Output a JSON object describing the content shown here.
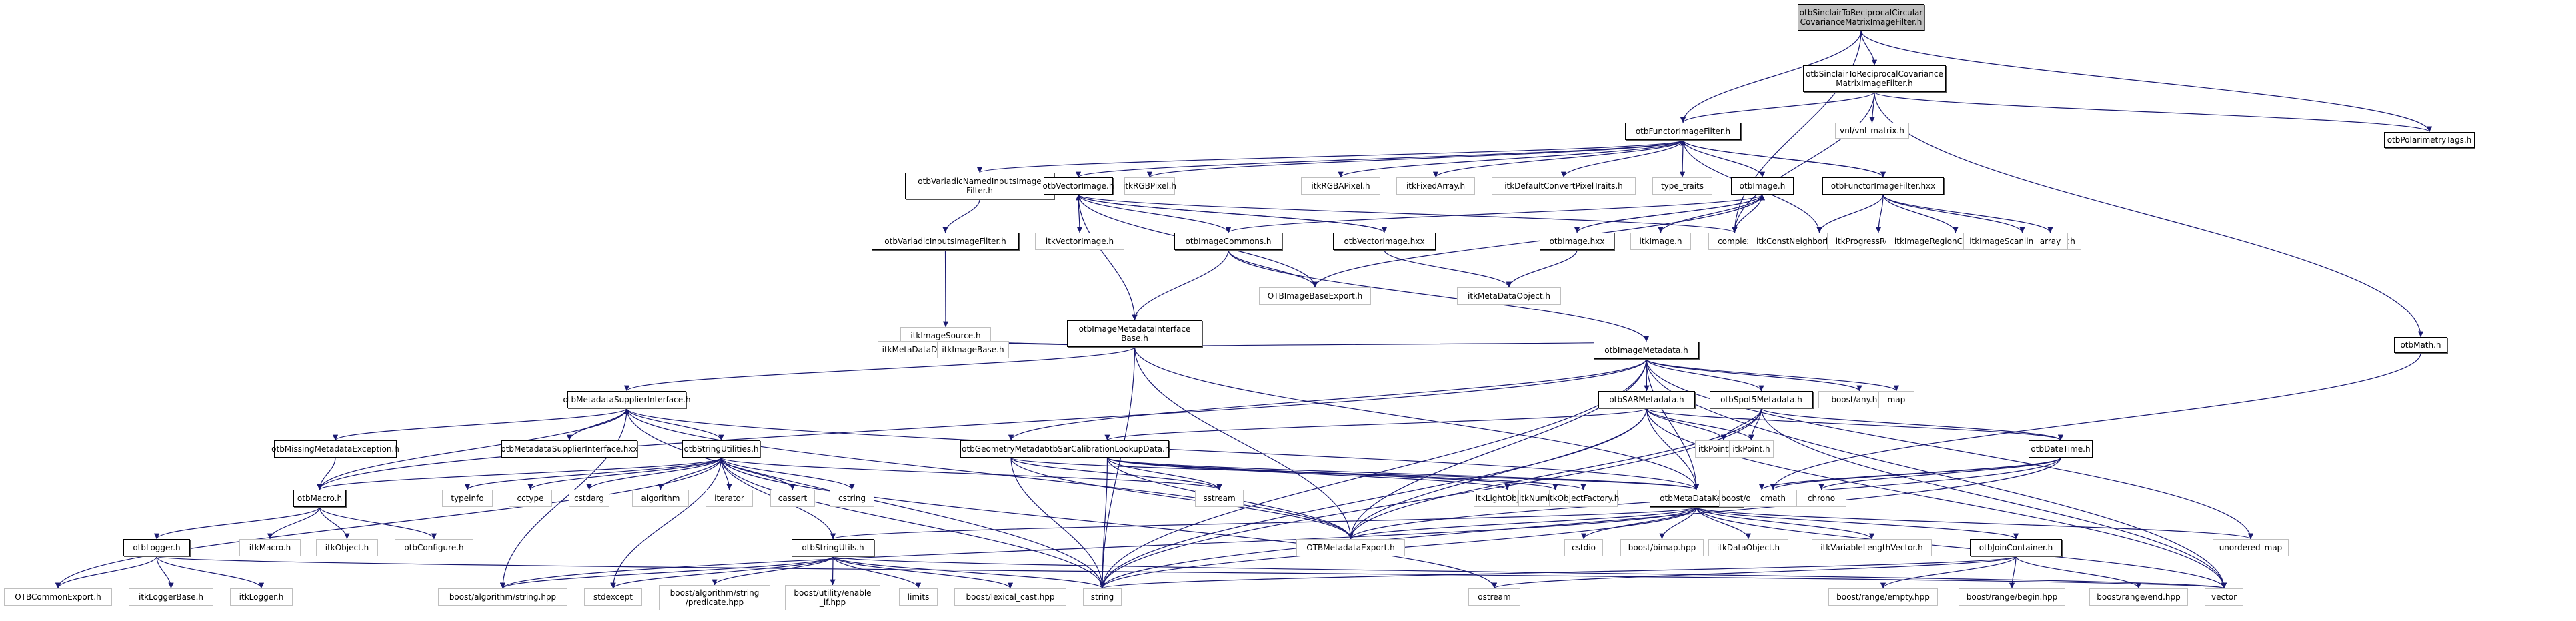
{
  "diagram_title": "Include dependency graph",
  "colors": {
    "edge": "#191970",
    "internal_border": "#000000",
    "external_border": "#bfbfbf",
    "root_fill": "#bfbfbf"
  },
  "nodes": [
    {
      "id": "root",
      "label": "otbSinclairToReciprocalCircular\nCovarianceMatrixImageFilter.h",
      "kind": "root"
    },
    {
      "id": "sinclairCov",
      "label": "otbSinclairToReciprocalCovariance\nMatrixImageFilter.h",
      "kind": "internal"
    },
    {
      "id": "polTags",
      "label": "otbPolarimetryTags.h",
      "kind": "internal"
    },
    {
      "id": "vnlMatrix",
      "label": "vnl/vnl_matrix.h",
      "kind": "external"
    },
    {
      "id": "functorFilter",
      "label": "otbFunctorImageFilter.h",
      "kind": "internal"
    },
    {
      "id": "otbMath",
      "label": "otbMath.h",
      "kind": "internal"
    },
    {
      "id": "variadicNamed",
      "label": "otbVariadicNamedInputsImage\nFilter.h",
      "kind": "internal"
    },
    {
      "id": "vectorImage",
      "label": "otbVectorImage.h",
      "kind": "internal"
    },
    {
      "id": "itkRGBPixel",
      "label": "itkRGBPixel.h",
      "kind": "external"
    },
    {
      "id": "itkRGBAPixel",
      "label": "itkRGBAPixel.h",
      "kind": "external"
    },
    {
      "id": "itkFixedArray",
      "label": "itkFixedArray.h",
      "kind": "external"
    },
    {
      "id": "itkDefaultConvert",
      "label": "itkDefaultConvertPixelTraits.h",
      "kind": "external"
    },
    {
      "id": "typeTraits",
      "label": "type_traits",
      "kind": "external"
    },
    {
      "id": "otbImage",
      "label": "otbImage.h",
      "kind": "internal"
    },
    {
      "id": "functorFilterHxx",
      "label": "otbFunctorImageFilter.hxx",
      "kind": "internal"
    },
    {
      "id": "variadicInputs",
      "label": "otbVariadicInputsImageFilter.h",
      "kind": "internal"
    },
    {
      "id": "itkVectorImage",
      "label": "itkVectorImage.h",
      "kind": "external"
    },
    {
      "id": "imageCommons",
      "label": "otbImageCommons.h",
      "kind": "internal"
    },
    {
      "id": "vectorImageHxx",
      "label": "otbVectorImage.hxx",
      "kind": "internal"
    },
    {
      "id": "imageHxx",
      "label": "otbImage.hxx",
      "kind": "internal"
    },
    {
      "id": "itkImage",
      "label": "itkImage.h",
      "kind": "external"
    },
    {
      "id": "complex",
      "label": "complex",
      "kind": "external"
    },
    {
      "id": "itkConstNeighborhood",
      "label": "itkConstNeighborhoodIterator.h",
      "kind": "external"
    },
    {
      "id": "itkProgressReporter",
      "label": "itkProgressReporter.h",
      "kind": "external"
    },
    {
      "id": "itkImageRegionConst",
      "label": "itkImageRegionConstIterator.h",
      "kind": "external"
    },
    {
      "id": "itkImageScanline",
      "label": "itkImageScanlineIterator.h",
      "kind": "external"
    },
    {
      "id": "array",
      "label": "array",
      "kind": "external"
    },
    {
      "id": "itkImageSource",
      "label": "itkImageSource.h",
      "kind": "external"
    },
    {
      "id": "imdInterfaceBase",
      "label": "otbImageMetadataInterface\nBase.h",
      "kind": "internal"
    },
    {
      "id": "otbImageBaseExport",
      "label": "OTBImageBaseExport.h",
      "kind": "external"
    },
    {
      "id": "itkMetaDataObject",
      "label": "itkMetaDataObject.h",
      "kind": "external"
    },
    {
      "id": "itkMetaDataDictionary",
      "label": "itkMetaDataDictionary.h",
      "kind": "external"
    },
    {
      "id": "itkImageBase",
      "label": "itkImageBase.h",
      "kind": "external"
    },
    {
      "id": "imageMetadata",
      "label": "otbImageMetadata.h",
      "kind": "internal"
    },
    {
      "id": "supplierInterface",
      "label": "otbMetadataSupplierInterface.h",
      "kind": "internal"
    },
    {
      "id": "sarMetadata",
      "label": "otbSARMetadata.h",
      "kind": "internal"
    },
    {
      "id": "spot5Metadata",
      "label": "otbSpot5Metadata.h",
      "kind": "internal"
    },
    {
      "id": "boostAny",
      "label": "boost/any.hpp",
      "kind": "external"
    },
    {
      "id": "map",
      "label": "map",
      "kind": "external"
    },
    {
      "id": "missingMetadataEx",
      "label": "otbMissingMetadataException.h",
      "kind": "internal"
    },
    {
      "id": "supplierInterfaceHxx",
      "label": "otbMetadataSupplierInterface.hxx",
      "kind": "internal"
    },
    {
      "id": "stringUtilities",
      "label": "otbStringUtilities.h",
      "kind": "internal"
    },
    {
      "id": "geometryMetadata",
      "label": "otbGeometryMetadata.h",
      "kind": "internal"
    },
    {
      "id": "sarCalibLookup",
      "label": "otbSarCalibrationLookupData.h",
      "kind": "internal"
    },
    {
      "id": "itkPointSet",
      "label": "itkPointSet.h",
      "kind": "external"
    },
    {
      "id": "itkPoint",
      "label": "itkPoint.h",
      "kind": "external"
    },
    {
      "id": "dateTime",
      "label": "otbDateTime.h",
      "kind": "internal"
    },
    {
      "id": "otbMacro",
      "label": "otbMacro.h",
      "kind": "internal"
    },
    {
      "id": "typeinfo",
      "label": "typeinfo",
      "kind": "external"
    },
    {
      "id": "cctype",
      "label": "cctype",
      "kind": "external"
    },
    {
      "id": "cstdarg",
      "label": "cstdarg",
      "kind": "external"
    },
    {
      "id": "algorithm",
      "label": "algorithm",
      "kind": "external"
    },
    {
      "id": "iterator",
      "label": "iterator",
      "kind": "external"
    },
    {
      "id": "cassert",
      "label": "cassert",
      "kind": "external"
    },
    {
      "id": "cstring",
      "label": "cstring",
      "kind": "external"
    },
    {
      "id": "sstream",
      "label": "sstream",
      "kind": "external"
    },
    {
      "id": "itkLightObject",
      "label": "itkLightObject.h",
      "kind": "external"
    },
    {
      "id": "itkNumericTraits",
      "label": "itkNumericTraits.h",
      "kind": "external"
    },
    {
      "id": "itkObjectFactory",
      "label": "itkObjectFactory.h",
      "kind": "external"
    },
    {
      "id": "metaDataKey",
      "label": "otbMetaDataKey.h",
      "kind": "internal"
    },
    {
      "id": "boostOperators",
      "label": "boost/operators.hpp",
      "kind": "external"
    },
    {
      "id": "cmath",
      "label": "cmath",
      "kind": "external"
    },
    {
      "id": "chrono",
      "label": "chrono",
      "kind": "external"
    },
    {
      "id": "otbLogger",
      "label": "otbLogger.h",
      "kind": "internal"
    },
    {
      "id": "itkMacro",
      "label": "itkMacro.h",
      "kind": "external"
    },
    {
      "id": "itkObject",
      "label": "itkObject.h",
      "kind": "external"
    },
    {
      "id": "otbConfigure",
      "label": "otbConfigure.h",
      "kind": "external"
    },
    {
      "id": "stringUtils",
      "label": "otbStringUtils.h",
      "kind": "internal"
    },
    {
      "id": "otbMetadataExport",
      "label": "OTBMetadataExport.h",
      "kind": "external"
    },
    {
      "id": "cstdio",
      "label": "cstdio",
      "kind": "external"
    },
    {
      "id": "boostBimap",
      "label": "boost/bimap.hpp",
      "kind": "external"
    },
    {
      "id": "itkDataObject",
      "label": "itkDataObject.h",
      "kind": "external"
    },
    {
      "id": "itkVarLenVector",
      "label": "itkVariableLengthVector.h",
      "kind": "external"
    },
    {
      "id": "joinContainer",
      "label": "otbJoinContainer.h",
      "kind": "internal"
    },
    {
      "id": "unorderedMap",
      "label": "unordered_map",
      "kind": "external"
    },
    {
      "id": "otbCommonExport",
      "label": "OTBCommonExport.h",
      "kind": "external"
    },
    {
      "id": "itkLoggerBase",
      "label": "itkLoggerBase.h",
      "kind": "external"
    },
    {
      "id": "itkLogger",
      "label": "itkLogger.h",
      "kind": "external"
    },
    {
      "id": "boostAlgString",
      "label": "boost/algorithm/string.hpp",
      "kind": "external"
    },
    {
      "id": "stdexcept",
      "label": "stdexcept",
      "kind": "external"
    },
    {
      "id": "boostPredicate",
      "label": "boost/algorithm/string\n/predicate.hpp",
      "kind": "external"
    },
    {
      "id": "boostEnableIf",
      "label": "boost/utility/enable\n_if.hpp",
      "kind": "external"
    },
    {
      "id": "limits",
      "label": "limits",
      "kind": "external"
    },
    {
      "id": "boostLexicalCast",
      "label": "boost/lexical_cast.hpp",
      "kind": "external"
    },
    {
      "id": "string",
      "label": "string",
      "kind": "external"
    },
    {
      "id": "ostream",
      "label": "ostream",
      "kind": "external"
    },
    {
      "id": "boostRangeEmpty",
      "label": "boost/range/empty.hpp",
      "kind": "external"
    },
    {
      "id": "boostRangeBegin",
      "label": "boost/range/begin.hpp",
      "kind": "external"
    },
    {
      "id": "boostRangeEnd",
      "label": "boost/range/end.hpp",
      "kind": "external"
    },
    {
      "id": "vector",
      "label": "vector",
      "kind": "external"
    }
  ],
  "edges": [
    [
      "root",
      "sinclairCov"
    ],
    [
      "root",
      "functorFilter"
    ],
    [
      "root",
      "complex"
    ],
    [
      "root",
      "polTags"
    ],
    [
      "sinclairCov",
      "functorFilter"
    ],
    [
      "sinclairCov",
      "vnlMatrix"
    ],
    [
      "sinclairCov",
      "complex"
    ],
    [
      "sinclairCov",
      "polTags"
    ],
    [
      "sinclairCov",
      "otbMath"
    ],
    [
      "functorFilter",
      "variadicNamed"
    ],
    [
      "functorFilter",
      "vectorImage"
    ],
    [
      "functorFilter",
      "itkRGBPixel"
    ],
    [
      "functorFilter",
      "itkRGBAPixel"
    ],
    [
      "functorFilter",
      "itkFixedArray"
    ],
    [
      "functorFilter",
      "itkDefaultConvert"
    ],
    [
      "functorFilter",
      "typeTraits"
    ],
    [
      "functorFilter",
      "otbImage"
    ],
    [
      "functorFilter",
      "functorFilterHxx"
    ],
    [
      "functorFilter",
      "itkConstNeighborhood"
    ],
    [
      "functorFilterHxx",
      "functorFilter"
    ],
    [
      "functorFilterHxx",
      "itkConstNeighborhood"
    ],
    [
      "functorFilterHxx",
      "itkProgressReporter"
    ],
    [
      "functorFilterHxx",
      "itkImageRegionConst"
    ],
    [
      "functorFilterHxx",
      "itkImageScanline"
    ],
    [
      "functorFilterHxx",
      "array"
    ],
    [
      "variadicNamed",
      "variadicInputs"
    ],
    [
      "variadicInputs",
      "itkImageSource"
    ],
    [
      "vectorImage",
      "itkVectorImage"
    ],
    [
      "vectorImage",
      "imageCommons"
    ],
    [
      "vectorImage",
      "imdInterfaceBase"
    ],
    [
      "vectorImage",
      "vectorImageHxx"
    ],
    [
      "vectorImage",
      "otbImageBaseExport"
    ],
    [
      "vectorImage",
      "complex"
    ],
    [
      "vectorImageHxx",
      "vectorImage"
    ],
    [
      "vectorImageHxx",
      "itkMetaDataObject"
    ],
    [
      "otbImage",
      "imageHxx"
    ],
    [
      "otbImage",
      "itkImage"
    ],
    [
      "otbImage",
      "complex"
    ],
    [
      "otbImage",
      "imageCommons"
    ],
    [
      "otbImage",
      "otbImageBaseExport"
    ],
    [
      "imageHxx",
      "otbImage"
    ],
    [
      "imageHxx",
      "itkMetaDataObject"
    ],
    [
      "imageCommons",
      "imdInterfaceBase"
    ],
    [
      "imageCommons",
      "otbImageBaseExport"
    ],
    [
      "imageCommons",
      "imageMetadata"
    ],
    [
      "imdInterfaceBase",
      "itkMetaDataDictionary"
    ],
    [
      "imdInterfaceBase",
      "itkImageBase"
    ],
    [
      "imdInterfaceBase",
      "imageMetadata"
    ],
    [
      "imdInterfaceBase",
      "supplierInterface"
    ],
    [
      "imdInterfaceBase",
      "string"
    ],
    [
      "imdInterfaceBase",
      "otbMetadataExport"
    ],
    [
      "imdInterfaceBase",
      "metaDataKey"
    ],
    [
      "imageMetadata",
      "sarMetadata"
    ],
    [
      "imageMetadata",
      "spot5Metadata"
    ],
    [
      "imageMetadata",
      "boostAny"
    ],
    [
      "imageMetadata",
      "map"
    ],
    [
      "imageMetadata",
      "geometryMetadata"
    ],
    [
      "imageMetadata",
      "otbMacro"
    ],
    [
      "imageMetadata",
      "string"
    ],
    [
      "imageMetadata",
      "vector"
    ],
    [
      "imageMetadata",
      "unorderedMap"
    ],
    [
      "imageMetadata",
      "metaDataKey"
    ],
    [
      "imageMetadata",
      "otbMetadataExport"
    ],
    [
      "supplierInterface",
      "supplierInterfaceHxx"
    ],
    [
      "supplierInterface",
      "missingMetadataEx"
    ],
    [
      "supplierInterface",
      "stringUtilities"
    ],
    [
      "supplierInterface",
      "otbMacro"
    ],
    [
      "supplierInterface",
      "string"
    ],
    [
      "supplierInterface",
      "otbMetadataExport"
    ],
    [
      "supplierInterface",
      "metaDataKey"
    ],
    [
      "supplierInterface",
      "boostAlgString"
    ],
    [
      "supplierInterfaceHxx",
      "supplierInterface"
    ],
    [
      "missingMetadataEx",
      "otbMacro"
    ],
    [
      "stringUtilities",
      "typeinfo"
    ],
    [
      "stringUtilities",
      "cctype"
    ],
    [
      "stringUtilities",
      "cstdarg"
    ],
    [
      "stringUtilities",
      "algorithm"
    ],
    [
      "stringUtilities",
      "iterator"
    ],
    [
      "stringUtilities",
      "cassert"
    ],
    [
      "stringUtilities",
      "cstring"
    ],
    [
      "stringUtilities",
      "sstream"
    ],
    [
      "stringUtilities",
      "otbMacro"
    ],
    [
      "stringUtilities",
      "stringUtils"
    ],
    [
      "stringUtilities",
      "string"
    ],
    [
      "stringUtilities",
      "stdexcept"
    ],
    [
      "stringUtilities",
      "otbCommonExport"
    ],
    [
      "stringUtilities",
      "ostream"
    ],
    [
      "sarMetadata",
      "sarCalibLookup"
    ],
    [
      "sarMetadata",
      "itkPointSet"
    ],
    [
      "sarMetadata",
      "itkPoint"
    ],
    [
      "sarMetadata",
      "dateTime"
    ],
    [
      "sarMetadata",
      "otbMetadataExport"
    ],
    [
      "sarMetadata",
      "string"
    ],
    [
      "sarMetadata",
      "vector"
    ],
    [
      "sarMetadata",
      "metaDataKey"
    ],
    [
      "spot5Metadata",
      "itkPointSet"
    ],
    [
      "spot5Metadata",
      "itkPoint"
    ],
    [
      "spot5Metadata",
      "dateTime"
    ],
    [
      "spot5Metadata",
      "otbMetadataExport"
    ],
    [
      "spot5Metadata",
      "string"
    ],
    [
      "spot5Metadata",
      "vector"
    ],
    [
      "geometryMetadata",
      "sstream"
    ],
    [
      "geometryMetadata",
      "otbMetadataExport"
    ],
    [
      "geometryMetadata",
      "string"
    ],
    [
      "geometryMetadata",
      "metaDataKey"
    ],
    [
      "sarCalibLookup",
      "itkLightObject"
    ],
    [
      "sarCalibLookup",
      "itkNumericTraits"
    ],
    [
      "sarCalibLookup",
      "itkObjectFactory"
    ],
    [
      "sarCalibLookup",
      "otbMetadataExport"
    ],
    [
      "sarCalibLookup",
      "string"
    ],
    [
      "sarCalibLookup",
      "sstream"
    ],
    [
      "sarCalibLookup",
      "metaDataKey"
    ],
    [
      "dateTime",
      "boostOperators"
    ],
    [
      "dateTime",
      "cmath"
    ],
    [
      "dateTime",
      "chrono"
    ],
    [
      "dateTime",
      "string"
    ],
    [
      "dateTime",
      "otbMetadataExport"
    ],
    [
      "metaDataKey",
      "cstdio"
    ],
    [
      "metaDataKey",
      "boostBimap"
    ],
    [
      "metaDataKey",
      "itkDataObject"
    ],
    [
      "metaDataKey",
      "itkVarLenVector"
    ],
    [
      "metaDataKey",
      "joinContainer"
    ],
    [
      "metaDataKey",
      "unorderedMap"
    ],
    [
      "metaDataKey",
      "vector"
    ],
    [
      "metaDataKey",
      "otbMetadataExport"
    ],
    [
      "metaDataKey",
      "stringUtils"
    ],
    [
      "metaDataKey",
      "string"
    ],
    [
      "metaDataKey",
      "boostAlgString"
    ],
    [
      "joinContainer",
      "boostRangeEmpty"
    ],
    [
      "joinContainer",
      "boostRangeBegin"
    ],
    [
      "joinContainer",
      "boostRangeEnd"
    ],
    [
      "joinContainer",
      "ostream"
    ],
    [
      "joinContainer",
      "string"
    ],
    [
      "otbMath",
      "cmath"
    ],
    [
      "otbMacro",
      "otbLogger"
    ],
    [
      "otbMacro",
      "itkMacro"
    ],
    [
      "otbMacro",
      "itkObject"
    ],
    [
      "otbMacro",
      "otbConfigure"
    ],
    [
      "otbLogger",
      "otbCommonExport"
    ],
    [
      "otbLogger",
      "itkLoggerBase"
    ],
    [
      "otbLogger",
      "itkLogger"
    ],
    [
      "otbLogger",
      "vector"
    ],
    [
      "stringUtils",
      "boostAlgString"
    ],
    [
      "stringUtils",
      "stdexcept"
    ],
    [
      "stringUtils",
      "boostPredicate"
    ],
    [
      "stringUtils",
      "boostEnableIf"
    ],
    [
      "stringUtils",
      "limits"
    ],
    [
      "stringUtils",
      "boostLexicalCast"
    ],
    [
      "stringUtils",
      "string"
    ],
    [
      "stringUtils",
      "vector"
    ]
  ]
}
